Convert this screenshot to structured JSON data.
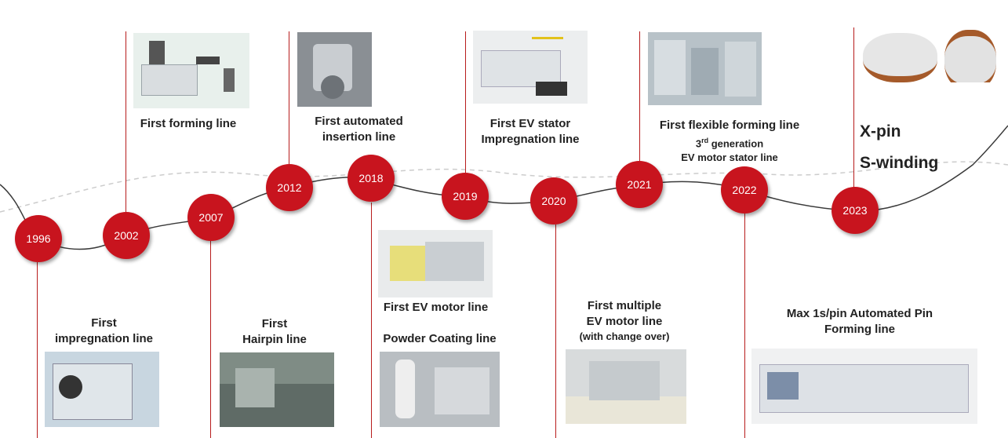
{
  "milestones": [
    {
      "year": "1996",
      "label_line1": "First",
      "label_line2": "impregnation line"
    },
    {
      "year": "2002",
      "label": "First forming line"
    },
    {
      "year": "2007",
      "label_line1": "First",
      "label_line2": "Hairpin line"
    },
    {
      "year": "2012"
    },
    {
      "year": "2018",
      "label_line1": "First automated",
      "label_line2": "insertion line",
      "below_label_1": "First EV motor line",
      "below_label_2": "Powder Coating line"
    },
    {
      "year": "2019",
      "label_line1": "First EV stator",
      "label_line2": "Impregnation line"
    },
    {
      "year": "2020",
      "label_line1": "First multiple",
      "label_line2": "EV motor line",
      "label_line3": "(with change over)"
    },
    {
      "year": "2021",
      "label_line1": "First flexible forming line",
      "label_line2_pre": "3",
      "label_line2_sup": "rd",
      "label_line2_post": " generation",
      "label_line3": "EV motor stator line"
    },
    {
      "year": "2022",
      "label_line1": "Max 1s/pin Automated Pin",
      "label_line2": "Forming line"
    },
    {
      "year": "2023",
      "big_line1": "X-pin",
      "big_line2": "S-winding"
    }
  ],
  "colors": {
    "accent": "#c8141e",
    "line": "#b71c1c",
    "curve": "#3a3a3a",
    "dashed": "#cccccc"
  },
  "icons": [
    "impregnation-machine-photo",
    "forming-machine-photo",
    "hairpin-line-photo",
    "insertion-machine-photo",
    "ev-motor-line-photo",
    "powder-coating-photo",
    "stator-impregnation-photo",
    "multiple-ev-line-photo",
    "flexible-forming-photo",
    "pin-forming-line-photo",
    "stator-product-photo"
  ]
}
